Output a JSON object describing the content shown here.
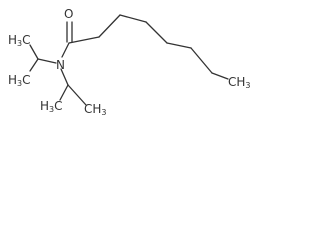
{
  "molecule": {
    "atoms": {
      "oxygen": "O",
      "nitrogen": "N",
      "methyl_top_left": {
        "main": "H",
        "sub": "3",
        "tail": "C"
      },
      "methyl_mid_left": {
        "main": "H",
        "sub": "3",
        "tail": "C"
      },
      "methyl_bottom_left": {
        "main": "H",
        "sub": "3",
        "tail": "C"
      },
      "methyl_bottom_right": {
        "main": "CH",
        "sub": "3"
      },
      "methyl_chain_end": {
        "main": "CH",
        "sub": "3"
      }
    },
    "colors": {
      "bond": "#333333",
      "label": "#333333",
      "background": "#ffffff"
    }
  }
}
